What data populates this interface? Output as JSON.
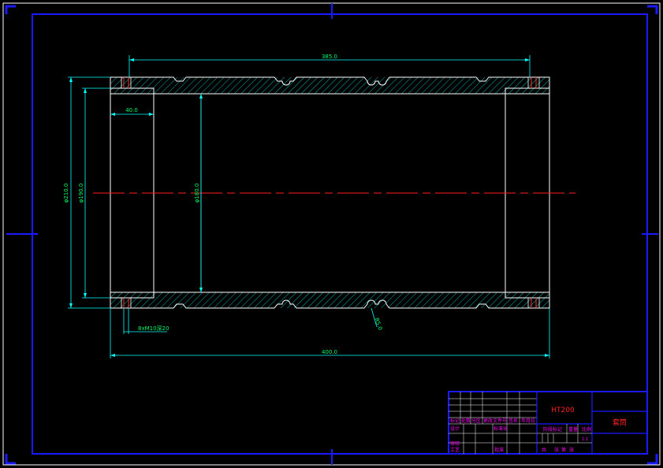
{
  "colors": {
    "background": "#000000",
    "outer_border": "#ffffff",
    "frame": "#1a1aff",
    "object_lines": "#ffffff",
    "hatch": "#00ffff",
    "dimensions": "#00ffff",
    "dim_text": "#00ff66",
    "centerline": "#ff2020",
    "title_text": "#ff00ff",
    "material_text": "#ff2222"
  },
  "dimensions": {
    "overall_top": "385.0",
    "overall_bottom": "400.0",
    "bore_length": "40.0",
    "outer_diameter": "φ210.0",
    "inner_diameter": "φ190.0",
    "bore_diameter": "φ180.0",
    "groove_radius": "R5.0",
    "bolt_callout": "8xM10深20"
  },
  "title_block": {
    "material": "HT200",
    "part_name": "套筒",
    "row_labels": [
      "标记",
      "处数",
      "分区",
      "更改文件号",
      "签名",
      "年月日"
    ],
    "design": "设计",
    "standard": "标准化",
    "review": "审核",
    "process": "工艺",
    "approve": "批准",
    "stage_mark": "阶段标记",
    "weight": "重量",
    "scale": "比例",
    "sheets": "共",
    "sheet_of": "张",
    "sheet_no": "第",
    "sheet_unit": "张",
    "scale_value": "1:1"
  }
}
